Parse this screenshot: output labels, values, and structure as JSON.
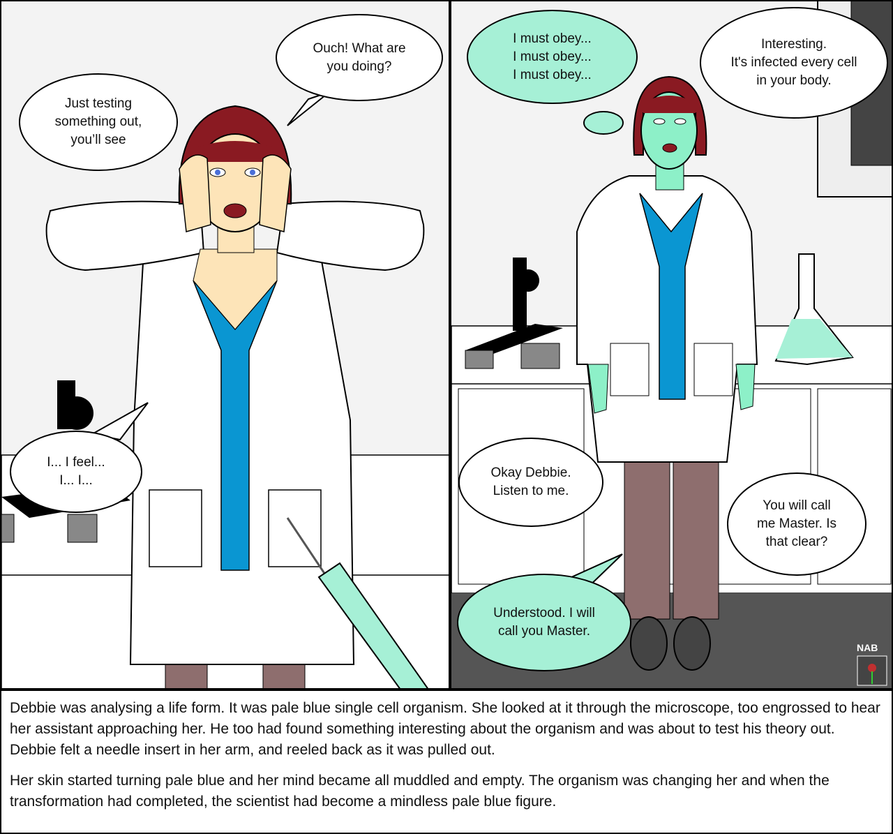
{
  "panel_left": {
    "bubbles": {
      "ouch": "Ouch! What are\nyou doing?",
      "testing": "Just testing\nsomething out,\nyou’ll see",
      "feel": "I... I feel...\nI... I..."
    }
  },
  "panel_right": {
    "bubbles": {
      "obey": "I must obey...\nI must obey...\nI must obey...",
      "interesting": "Interesting.\nIt's infected every cell\nin your body.",
      "okay": "Okay Debbie.\nListen to me.",
      "master": "You will call\nme Master. Is\nthat clear?",
      "understood": "Understood. I will\ncall you Master."
    }
  },
  "signature": "NAB",
  "caption": {
    "paragraph_1": "Debbie was analysing a life form. It was pale blue single cell organism. She looked at it through the microscope, too engrossed to hear her assistant approaching her. He too had found something interesting about the organism and was about to test his theory out. Debbie felt a needle insert in her arm, and reeled back as it was pulled out.",
    "paragraph_2": "Her skin started turning pale blue and her mind became all muddled and empty. The organism was changing her and when the transformation had completed, the scientist had become a mindless pale blue figure."
  },
  "colors": {
    "hair": "#8a1a22",
    "skin_left": "#fde4b8",
    "skin_right": "#8df0c8",
    "dress": "#0a96d2",
    "coat": "#ffffff",
    "legs": "#8e6e6e",
    "floor": "#555555"
  }
}
